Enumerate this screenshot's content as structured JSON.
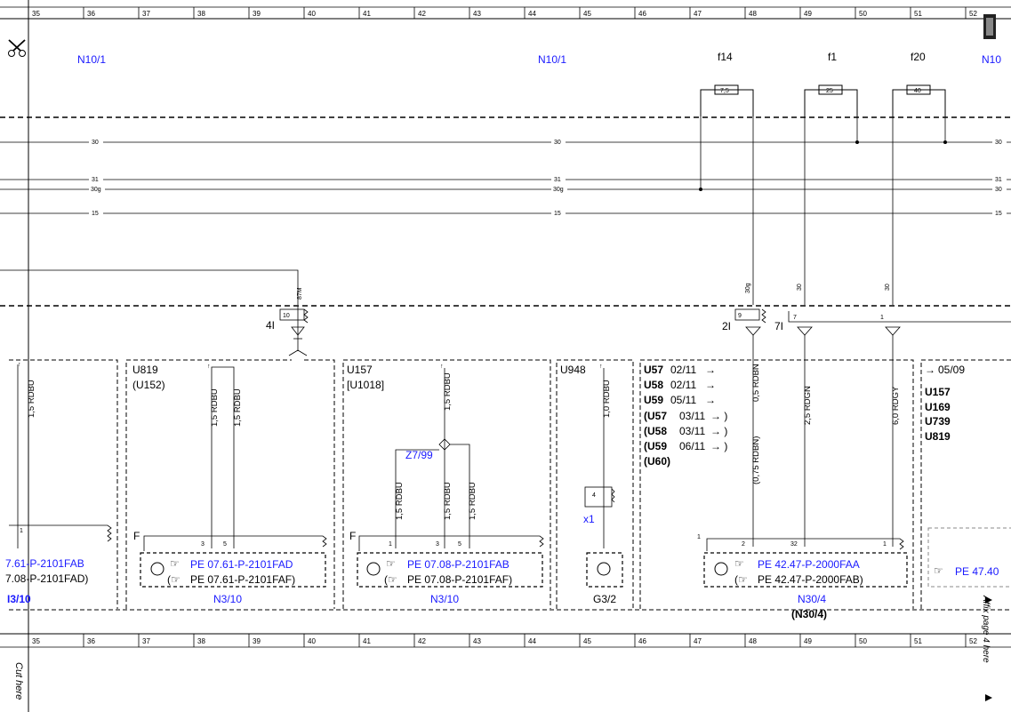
{
  "ruler_numbers": [
    "35",
    "36",
    "37",
    "38",
    "39",
    "40",
    "41",
    "42",
    "43",
    "44",
    "45",
    "46",
    "47",
    "48",
    "49",
    "50",
    "51",
    "52"
  ],
  "bus_labels": {
    "l30": "30",
    "l31": "31",
    "l30g": "30g",
    "l15": "15"
  },
  "headers": {
    "n10_left": "N10/1",
    "n10_mid": "N10/1",
    "n10_right": "N10",
    "f14": "f14",
    "f1": "f1",
    "f20": "f20"
  },
  "fuses": {
    "f14": "7,5",
    "f1": "25",
    "f20": "40"
  },
  "pins": {
    "p87m": "87M",
    "p10": "10",
    "p4l": "4I",
    "p9": "9",
    "p30g": "30g",
    "p2l": "2I",
    "p7": "7",
    "p7l": "7I",
    "p30a": "30",
    "p30b": "30",
    "p1": "1",
    "c1": "1",
    "c3": "3",
    "c5": "5",
    "d1": "1",
    "d3": "3",
    "d5": "5",
    "g4": "4",
    "e2": "2",
    "e32": "32",
    "e1": "1"
  },
  "wires": {
    "w_left": "1,5 RDBU",
    "w_u819a": "1,5 RDBU",
    "w_u819b": "1,5 RDBU",
    "w_u157": "1,5 RDBU",
    "w_z1": "1,5 RDBU",
    "w_z2": "1,5 RDBU",
    "w_z3": "1,5 RDBU",
    "w_u948": "1,0 RDBU",
    "w_alt": "(0,75 RDBN)",
    "w_main": "0,5 RDBN",
    "w_rdgn": "2,5 RDGN",
    "w_rdgy": "6,0 RDGY"
  },
  "sections": {
    "u819": "U819",
    "u152": "(U152)",
    "u157": "U157",
    "u1018": "[U1018]",
    "u948": "U948",
    "u57": "U57",
    "u57_d": "02/11",
    "u58": "U58",
    "u58_d": "02/11",
    "u59": "U59",
    "u59_d": "05/11",
    "u57b": "(U57",
    "u57b_d": "03/11",
    "u58b": "(U58",
    "u58b_d": "03/11",
    "u59b": "(U59",
    "u59b_d": "06/11",
    "u60": "(U60)",
    "r_date": "05/09",
    "r1": "U157",
    "r2": "U169",
    "r3": "U739",
    "r4": "U819"
  },
  "splice": "Z7/99",
  "x1": "x1",
  "f_a": "F",
  "f_b": "F",
  "refs": {
    "left1": "7.61-P-2101FAB",
    "left2": "7.08-P-2101FAD)",
    "n3a1": "PE 07.61-P-2101FAD",
    "n3a2": "PE 07.61-P-2101FAF)",
    "n3b1": "PE 07.08-P-2101FAB",
    "n3b2": "PE 07.08-P-2101FAF)",
    "n30a": "PE 42.47-P-2000FAA",
    "n30b": "PE 42.47-P-2000FAB)",
    "right": "PE 47.40"
  },
  "components": {
    "left": "I3/10",
    "n3a": "N3/10",
    "n3b": "N3/10",
    "g32": "G3/2",
    "n30": "N30/4",
    "n30b": "(N30/4)"
  },
  "margin": {
    "cut": "Cut here",
    "affix": "Affix page 4 here"
  },
  "icons": {
    "scissors": "scissors-icon",
    "pointer": "pointing-hand-icon",
    "lamp": "lamp-icon",
    "book": "book-icon"
  }
}
